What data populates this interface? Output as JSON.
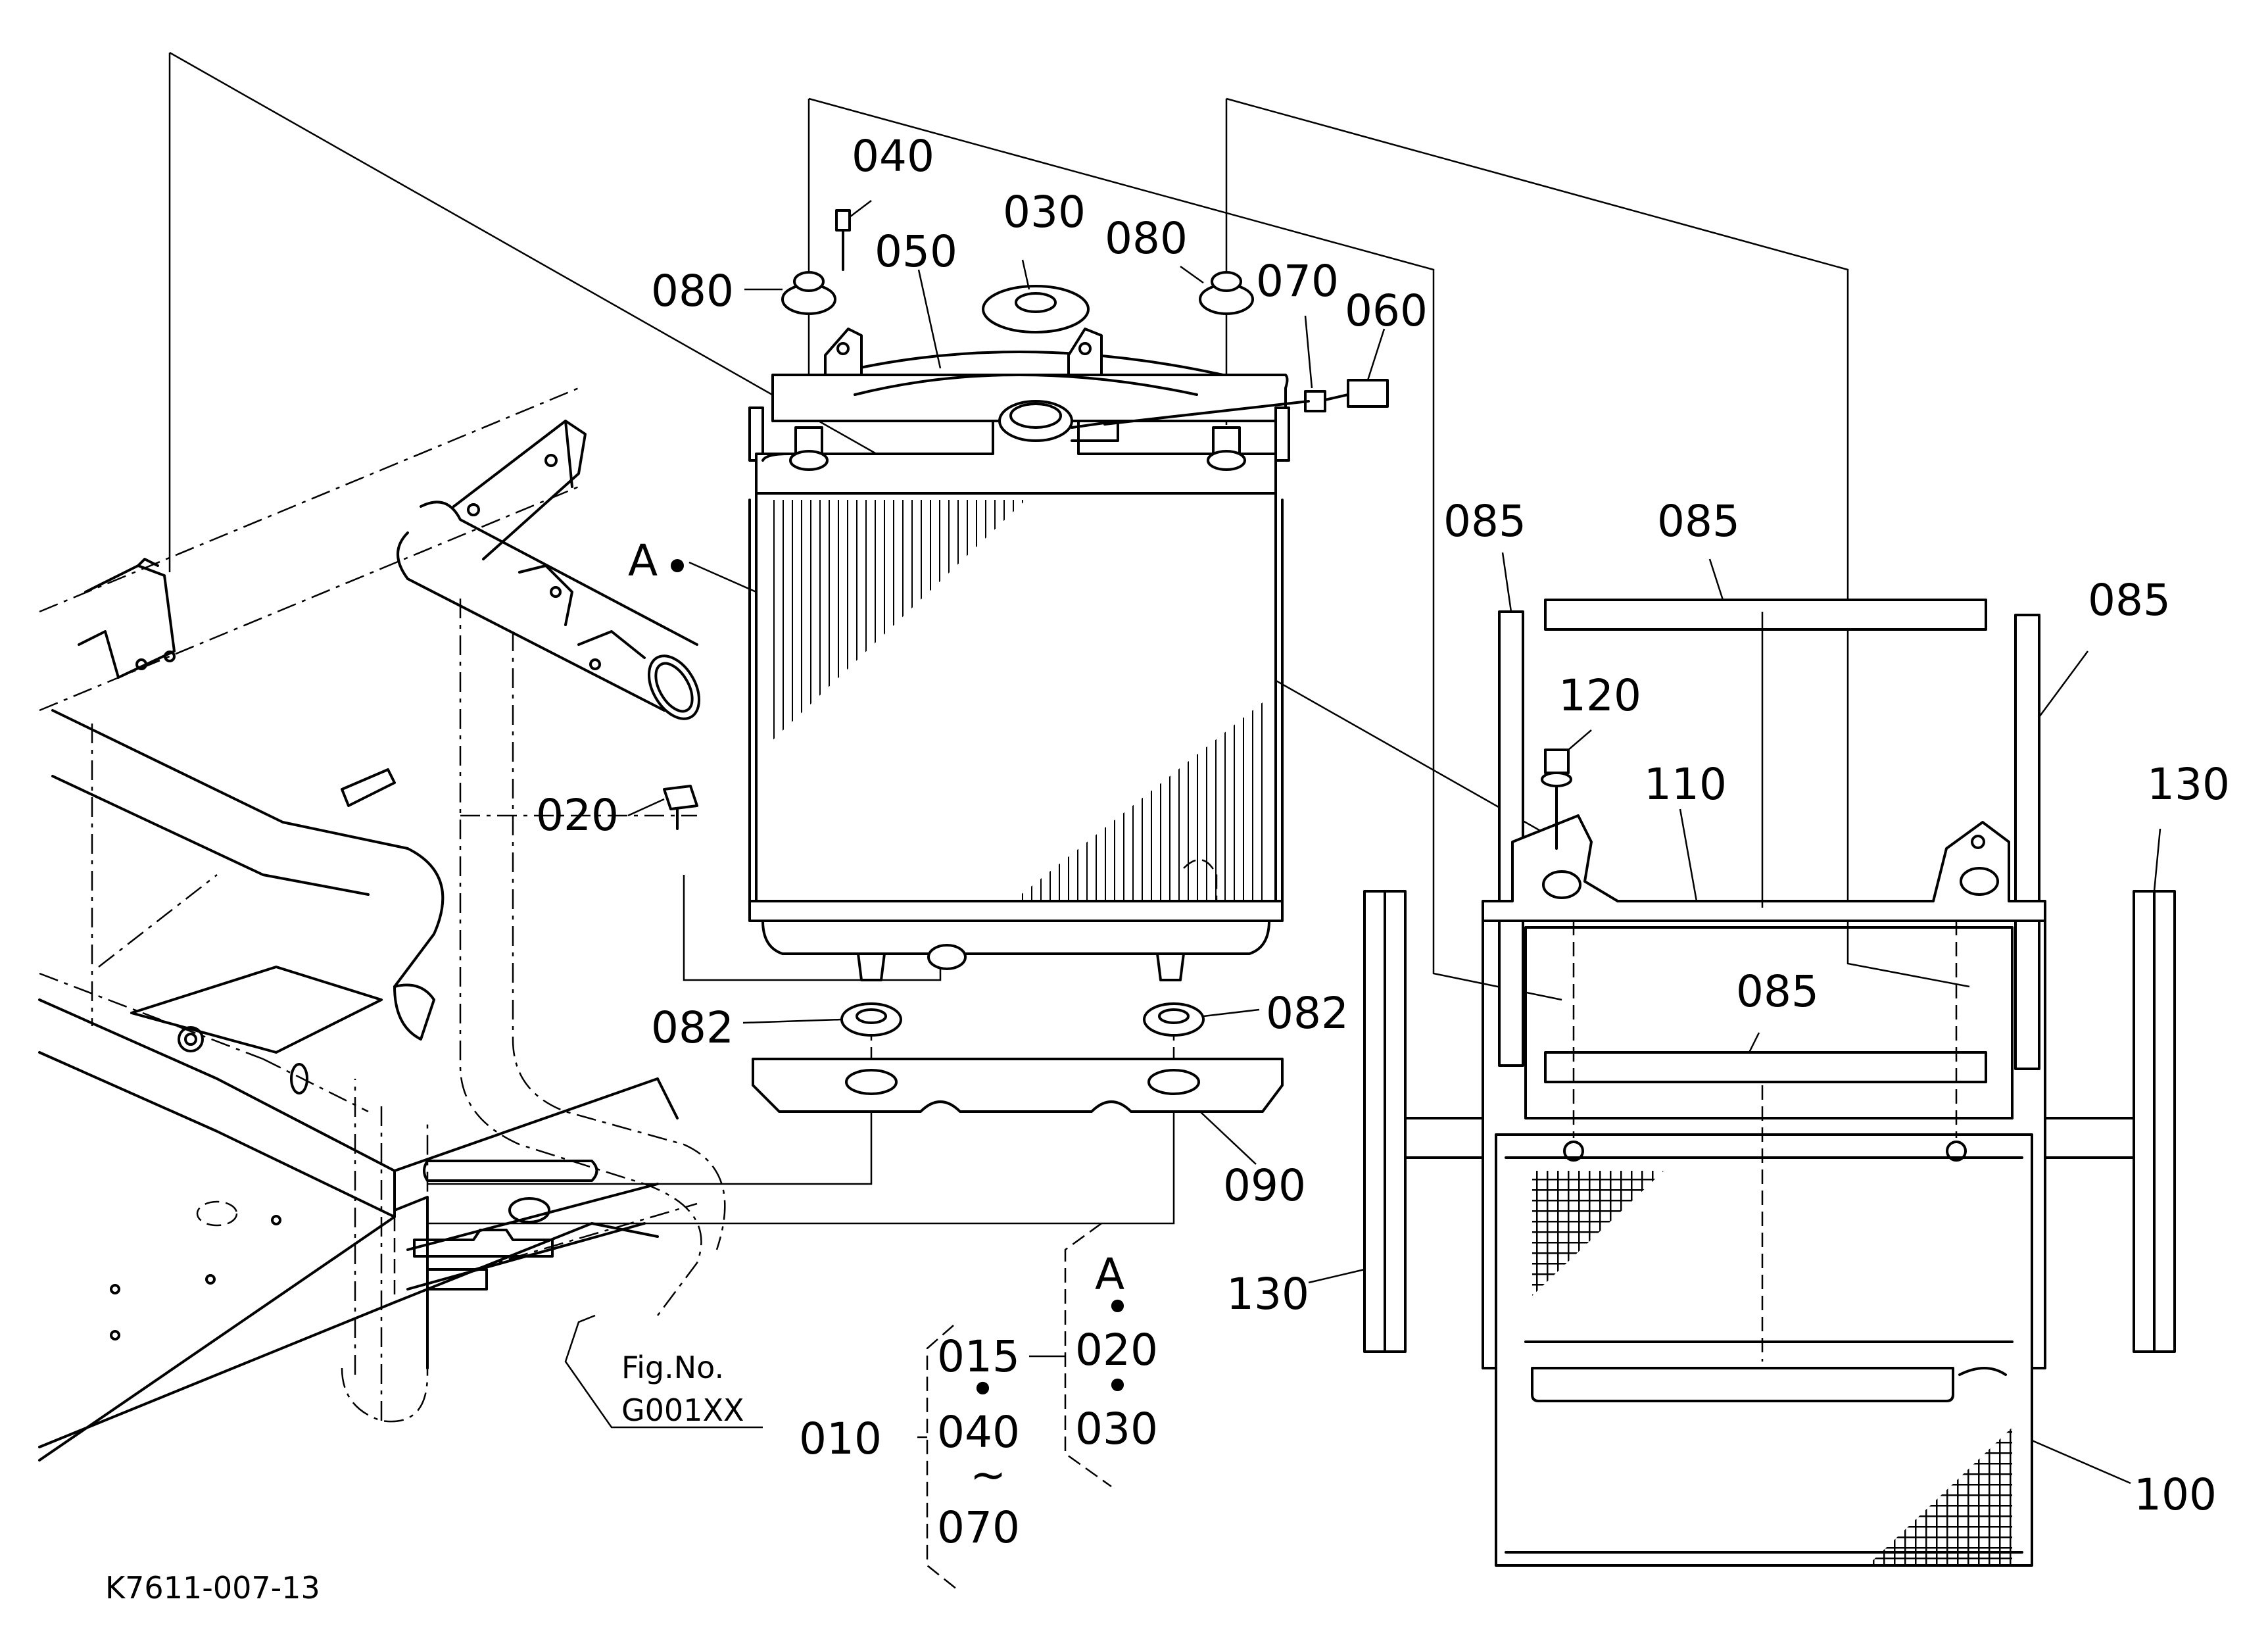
{
  "drawing_code": "K7611-007-13",
  "figure_ref": {
    "line1": "Fig.No.",
    "line2": "G001XX"
  },
  "callouts": {
    "p010": "010",
    "p015": "015",
    "p020": "020",
    "p020_group": "020",
    "p030": "030",
    "p030_group": "030",
    "p040": "040",
    "p040_group": "040",
    "p050": "050",
    "p060": "060",
    "p070": "070",
    "p070_group": "070",
    "p080_left": "080",
    "p080_right": "080",
    "p082_left": "082",
    "p082_right": "082",
    "p085_left": "085",
    "p085_top": "085",
    "p085_right": "085",
    "p085_lower": "085",
    "p090": "090",
    "p100": "100",
    "p110": "110",
    "p120": "120",
    "p130_right": "130",
    "p130_left": "130",
    "assembly_a": "A",
    "assembly_a_group": "A"
  },
  "group_symbols": {
    "dot": "•",
    "range": "~"
  }
}
